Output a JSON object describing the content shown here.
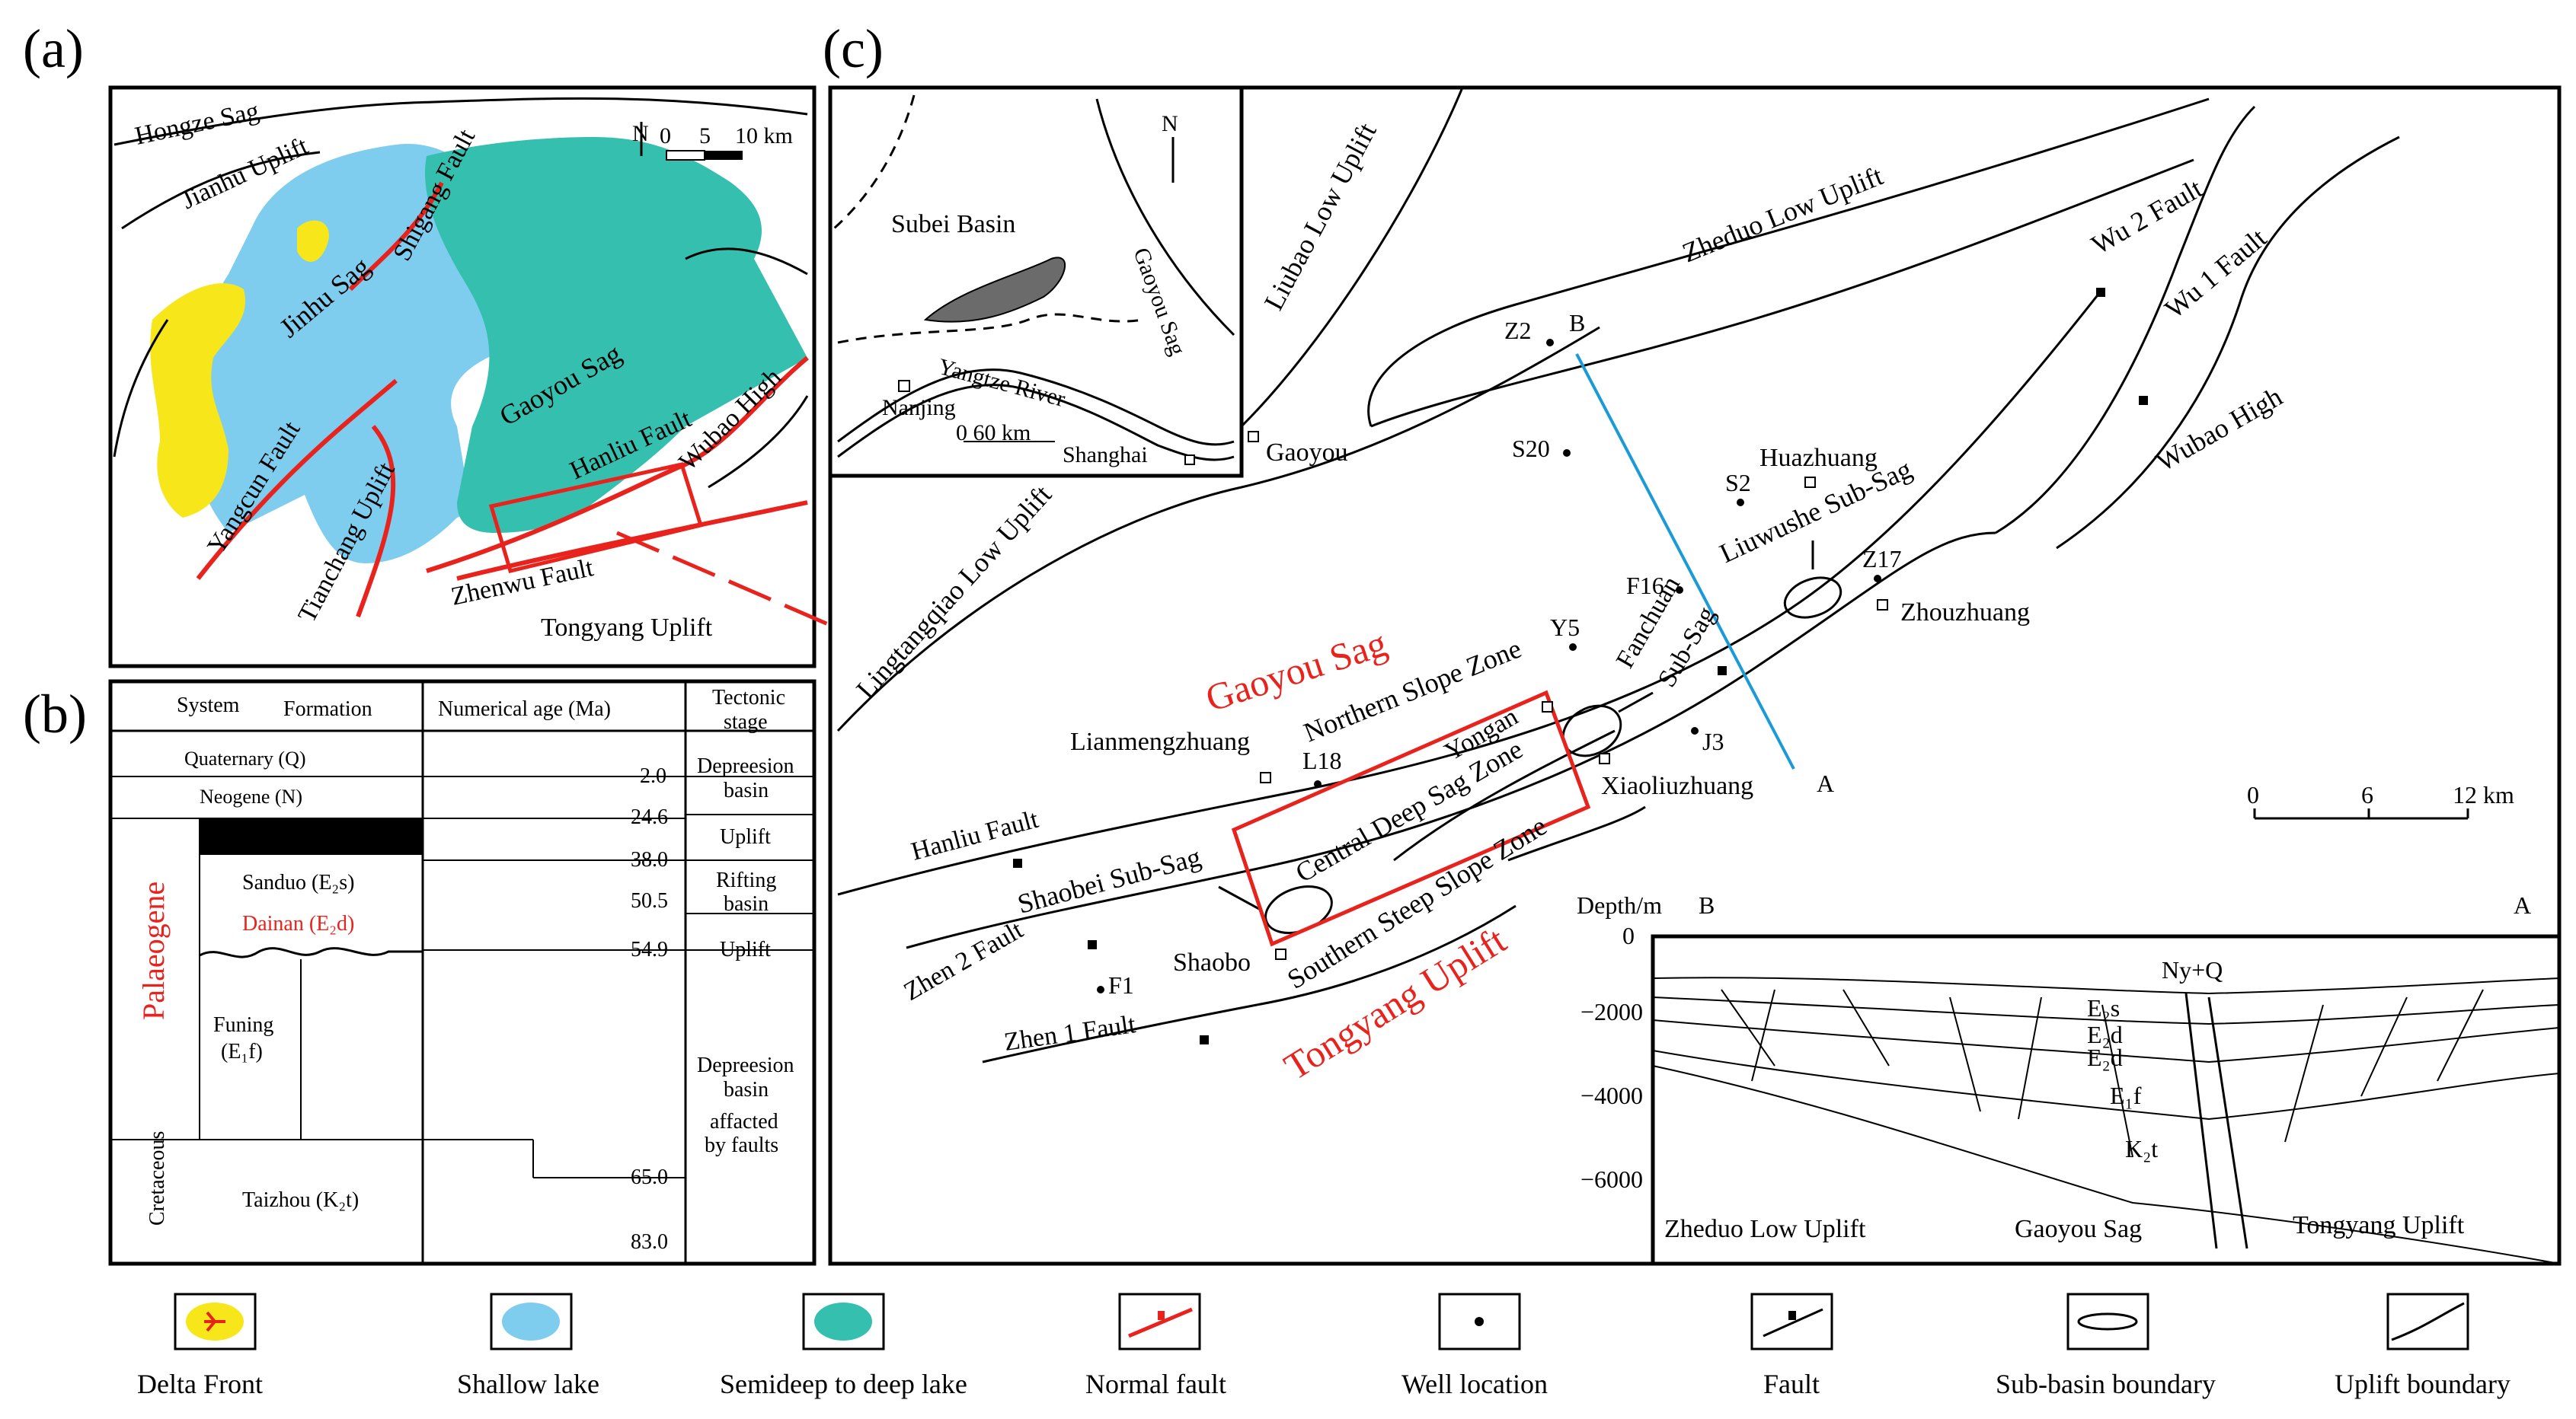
{
  "panel_labels": {
    "a": "(a)",
    "b": "(b)",
    "c": "(c)"
  },
  "colors": {
    "delta_front": "#f7e619",
    "shallow_lake": "#7fcdee",
    "deep_lake": "#35bfae",
    "fault_red": "#e8231d",
    "section_line": "#1a9ad6",
    "label_red": "#e8231d"
  },
  "panel_a": {
    "scale": {
      "north": "N",
      "t0": "0",
      "t1": "5",
      "t2": "10 km"
    },
    "labels": {
      "hongze_sag": "Hongze Sag",
      "jianhu_uplift": "Jianhu Uplift",
      "shigang_fault": "Shigang Fault",
      "jinhu_sag": "Jinhu Sag",
      "gaoyou_sag": "Gaoyou Sag",
      "hanliu_fault": "Hanliu Fault",
      "wubao_high": "Wubao High",
      "yangcun_fault": "Yangcun Fault",
      "tianchang_uplift": "Tianchang Uplift",
      "zhenwu_fault": "Zhenwu Fault",
      "tongyang_uplift": "Tongyang Uplift"
    }
  },
  "panel_b": {
    "headers": {
      "system": "System",
      "formation": "Formation",
      "age": "Numerical age (Ma)",
      "stage": "Tectonic stage"
    },
    "system_palaeogene": "Palaeogene",
    "system_cretaceous": "Cretaceous",
    "formations": {
      "quaternary": "Quaternary (Q)",
      "neogene": "Neogene (N)",
      "sanduo": "Sanduo (E₂s)",
      "dainan": "Dainan (E₂d)",
      "funing_1": "Funing",
      "funing_2": "(E₁f)",
      "taizhou": "Taizhou (K₂t)"
    },
    "ages": [
      "2.0",
      "24.6",
      "38.0",
      "50.5",
      "54.9",
      "65.0",
      "83.0"
    ],
    "stages": {
      "depression_1": "Depreesion",
      "depression_2": "basin",
      "uplift_1": "Uplift",
      "rifting_1": "Rifting",
      "rifting_2": "basin",
      "uplift_2": "Uplift",
      "dep2_1": "Depreesion",
      "dep2_2": "basin",
      "dep2_3": "affacted",
      "dep2_4": "by faults"
    }
  },
  "panel_c": {
    "inset": {
      "subei_basin": "Subei Basin",
      "gaoyou_sag": "Gaoyou Sag",
      "yangtze_river": "Yangtze River",
      "nanjing": "Nanjing",
      "scale": "0      60 km",
      "shanghai": "Shanghai",
      "north": "N"
    },
    "uplifts": {
      "liubao": "Liubao Low Uplift",
      "zheduo": "Zheduo Low Uplift",
      "lingtangqiao": "Lingtangqiao Low Uplift",
      "wubao_high": "Wubao High",
      "wu2_fault": "Wu 2 Fault",
      "wu1_fault": "Wu 1 Fault"
    },
    "wells": {
      "z2": "Z2",
      "s20": "S20",
      "s2": "S2",
      "f16": "F16",
      "y5": "Y5",
      "j3": "J3",
      "z17": "Z17",
      "l18": "L18",
      "f1": "F1"
    },
    "section_ends": {
      "b": "B",
      "a": "A"
    },
    "towns": {
      "gaoyou": "Gaoyou",
      "huazhuang": "Huazhuang",
      "zhouzhuang": "Zhouzhuang",
      "lianmengzhuang": "Lianmengzhuang",
      "yongan": "Yongan",
      "xiaoliuzhuang": "Xiaoliuzhuang",
      "shaobo": "Shaobo"
    },
    "zones": {
      "gaoyou_sag": "Gaoyou Sag",
      "northern_slope": "Northern Slope Zone",
      "central_deep": "Central Deep Sag Zone",
      "southern_steep": "Southern Steep Slope Zone",
      "tongyang_uplift": "Tongyang Uplift",
      "liuwushe": "Liuwushe Sub-Sag",
      "fanchuan_1": "Fanchuan",
      "fanchuan_2": "Sub-Sag",
      "shaobei": "Shaobei Sub-Sag"
    },
    "faults": {
      "hanliu": "Hanliu Fault",
      "zhen2": "Zhen 2 Fault",
      "zhen1": "Zhen 1 Fault"
    },
    "scale": {
      "t0": "0",
      "t1": "6",
      "t2": "12 km"
    },
    "section": {
      "depth_title": "Depth/m",
      "b": "B",
      "a": "A",
      "depths": [
        "0",
        "−2000",
        "−4000",
        "−6000"
      ],
      "units": {
        "nyq": "Ny+Q",
        "e2s": "E₂s",
        "e2d": "E₂d",
        "e2d2": "E₂d",
        "e1f": "E₁f",
        "k2t": "K₂t"
      },
      "bottom": {
        "zheduo": "Zheduo Low Uplift",
        "gaoyou": "Gaoyou Sag",
        "tongyang": "Tongyang Uplift"
      }
    }
  },
  "legend": {
    "delta_front": "Delta  Front",
    "shallow_lake": "Shallow lake",
    "deep_lake": "Semideep to deep lake",
    "normal_fault": "Normal fault",
    "well": "Well location",
    "fault": "Fault",
    "sub_basin": "Sub-basin boundary",
    "uplift": "Uplift boundary"
  }
}
